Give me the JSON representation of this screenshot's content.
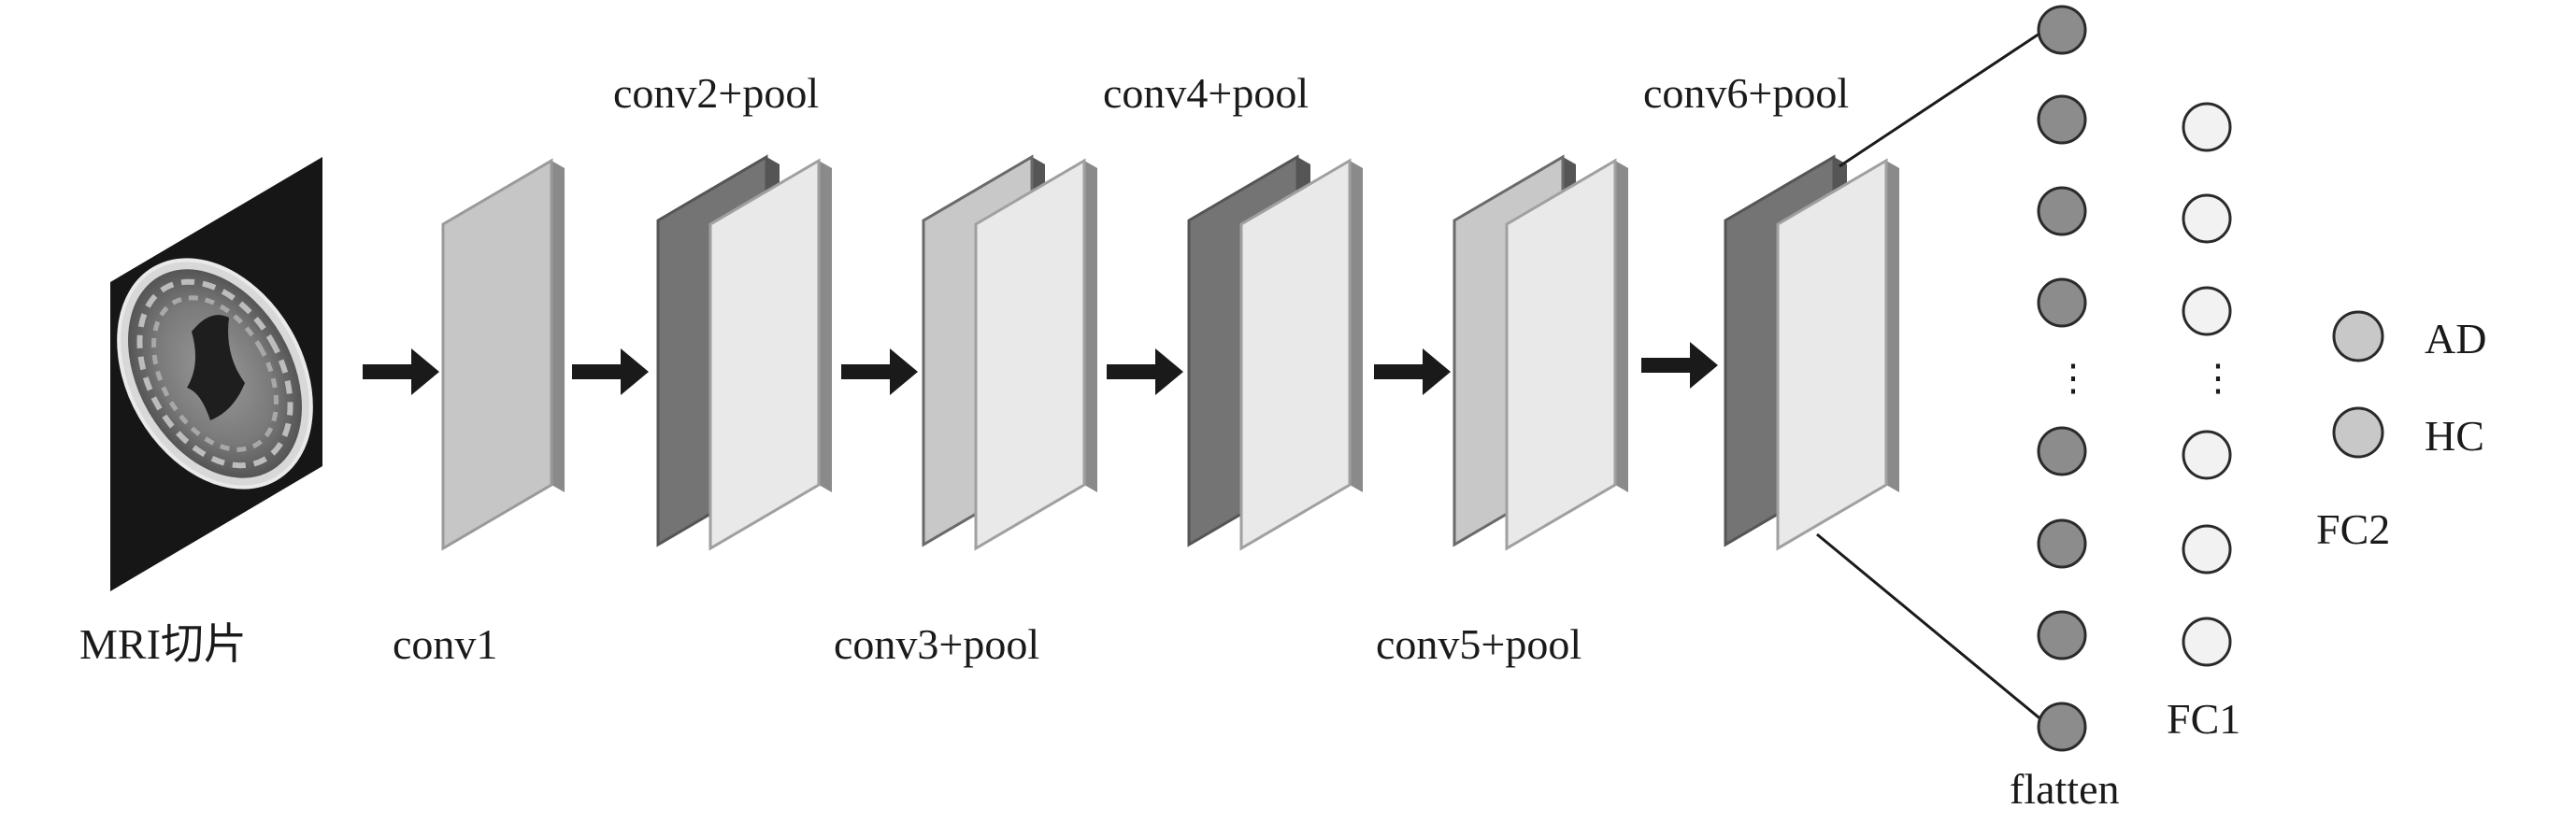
{
  "input": {
    "label": "MRI切片"
  },
  "layers": {
    "conv1": "conv1",
    "conv2": "conv2+pool",
    "conv3": "conv3+pool",
    "conv4": "conv4+pool",
    "conv5": "conv5+pool",
    "conv6": "conv6+pool"
  },
  "fc": {
    "flatten": "flatten",
    "fc1": "FC1",
    "fc2": "FC2",
    "outputs": [
      "AD",
      "HC"
    ],
    "ellipsis": "⋮"
  },
  "colors": {
    "dark_node": "#8c8c8c",
    "light_node": "#f2f2f2",
    "output_node": "#c8c8c8",
    "arrow": "#1a1a1a",
    "plate_dark": "#707070",
    "plate_mid": "#c4c4c4",
    "plate_light": "#e8e8e8"
  }
}
